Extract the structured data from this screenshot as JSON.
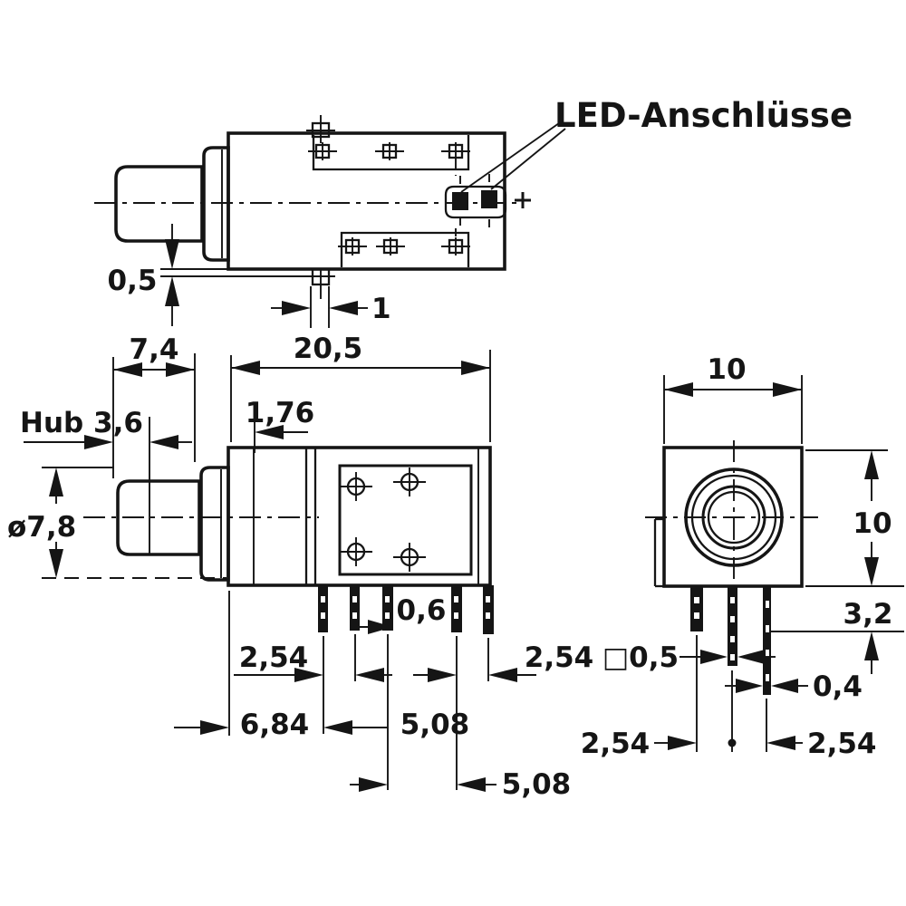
{
  "labels": {
    "led": "LED-Anschlüsse",
    "plus": "+"
  },
  "top": {
    "offset": "0,5",
    "pin_width": "1"
  },
  "side": {
    "collar_depth": "7,4",
    "body_length": "20,5",
    "stroke": "Hub 3,6",
    "panel_offset": "1,76",
    "shaft_dia": "ø7,8",
    "pin_thickness": "0,6",
    "pitch_left": "2,54",
    "pitch_right": "2,54",
    "edge_to_pin": "6,84",
    "span_front": "5,08",
    "span_rear": "5,08"
  },
  "front": {
    "width": "10",
    "height": "10",
    "pin_protrusion": "3,2",
    "pin_square": "□0,5",
    "pin_thickness": "0,4",
    "pitch_left": "2,54",
    "pitch_right": "2,54"
  },
  "colors": {
    "ink": "#151515",
    "background": "#ffffff"
  }
}
